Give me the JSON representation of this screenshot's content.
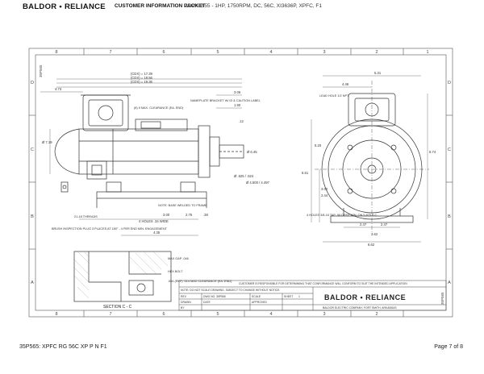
{
  "header": {
    "logo_text": "BALDOR • RELIANCE",
    "packet_title": "CUSTOMER INFORMATION PACKET",
    "model_summary": "CDPX3555 - 1HP, 1750RPM, DC, 56C, XI3636P, XPFC, F1"
  },
  "frame": {
    "col_labels": [
      "8",
      "7",
      "6",
      "5",
      "4",
      "3",
      "2",
      "1"
    ],
    "row_labels": [
      "D",
      "C",
      "B",
      "A"
    ],
    "rev_tag": "35P565"
  },
  "drawing": {
    "dims_overall": [
      "(CDX) = 17.39",
      "(CDX) = 18.56",
      "(CDX) = 19.36"
    ],
    "dim_473": "4.73",
    "dim_306": "3.06",
    "dim_190": "1.90",
    "dim_12": ".12",
    "dim_719": "Ø 7.19",
    "dim_645": "Ø 6.45",
    "shaft_dia": "Ø .625 / .624",
    "shaft_alt": "Ø 4.500 / 4.497",
    "clearance_note": "(8) 5 MAX. CLEARANCE (EA. END)",
    "nameplate_note": "NAMEPLATE BRACKET W/ ID & CAUTION LABEL",
    "base_note": "NOTE: BASE WELDED TO FRAME",
    "dim_300": "3.00",
    "dim_275": "2.75",
    "dim_38": ".38",
    "dim_21_18": "21-18 THREADS",
    "holes_note": "4 HOLES .34 WIDE",
    "dim_435": "4.35",
    "brush_note": "BRUSH INSPECTION PLUG 3 PLACES AT 180° - 4 PER END MIN. ENGAGEMENT",
    "lead_note": "LEAD HOLE 1/2 NPT",
    "dim_446": "4.46",
    "dim_531": "5.31",
    "dim_674": "6.74",
    "dim_520": "5.20",
    "dim_651": "6.51",
    "dim_300r": "3.00",
    "dim_244": "2.44",
    "dim_247a": "2.47",
    "dim_247b": "2.47",
    "dim_362": "3.62",
    "dim_662": "6.62",
    "bolt_note": "4 HOLES 3/8-16 TAP .56 DEEP MIN. ON 5.875 B.C.",
    "max_gap": "MAX GAP .046",
    "hex_bolt": "HEX BOLT",
    "section_note": ".004 (REF) .014 MAX CLEARANCE (EA. END)",
    "section_label": "SECTION C - C"
  },
  "title_block": {
    "disclaimer": "CUSTOMER IS RESPONSIBLE FOR DETERMINING THAT CONFORMANCE WILL CONFORM TO SUIT THE INTENDED APPLICATION",
    "note_line": "NOTE: DO NOT SCALE DRAWING. SUBJECT TO CHANGE WITHOUT NOTICE.",
    "brand": "BALDOR • RELIANCE",
    "address": "BALDOR ELECTRIC COMPANY, FORT SMITH, ARKANSAS",
    "rev_label": "REV",
    "sheet_label": "SHEET",
    "sheet_value": "1",
    "drawn_label": "DRAWN",
    "date_label": "DATE",
    "scale_label": "SCALE",
    "dwg_label": "DWG NO.",
    "dwg_value": "35P565",
    "approved_label": "APPROVED",
    "by_label": "BY"
  },
  "footer": {
    "left": "35P565: XPFC RG 56C XP P N F1",
    "right": "Page 7 of 8"
  }
}
